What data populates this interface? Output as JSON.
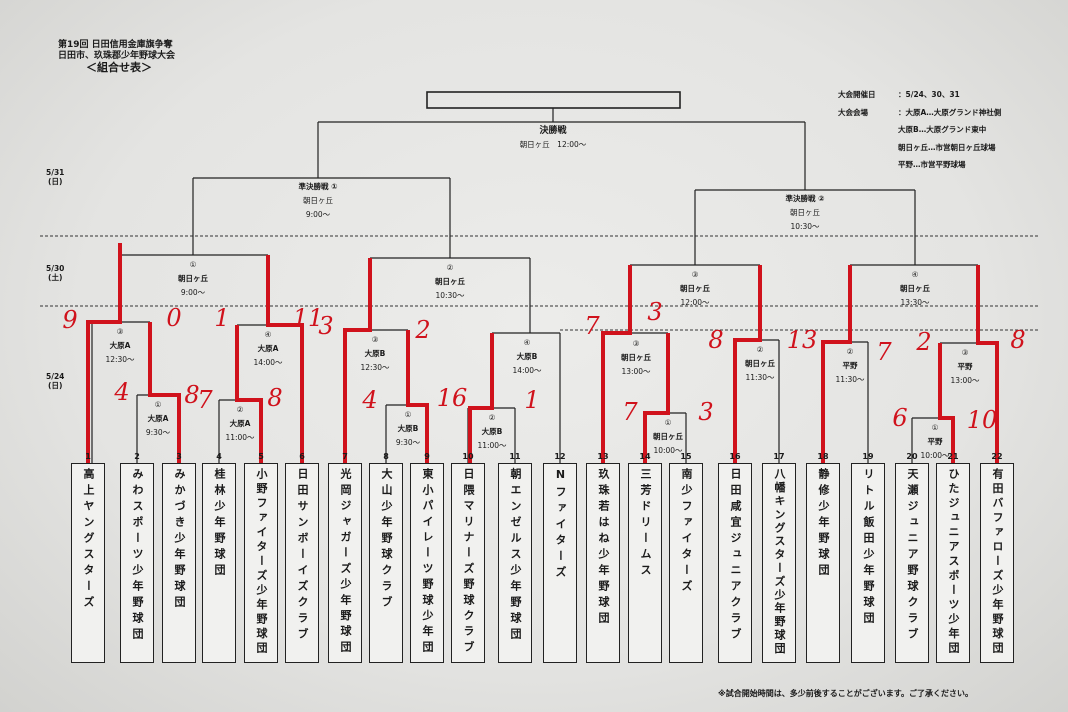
{
  "header": {
    "title_line1": "第19回 日田信用金庫旗争奪",
    "title_line2": "日田市、玖珠郡少年野球大会",
    "title_line3": "＜組合せ表＞"
  },
  "info": {
    "dates_label": "大会開催日",
    "dates_value": "：5/24、30、31",
    "venue_label": "大会会場",
    "venues": [
      "：大原A…大原グランド神社側",
      "大原B…大原グランド東中",
      "朝日ヶ丘…市営朝日ヶ丘球場",
      "平野…市営平野球場"
    ]
  },
  "dates": [
    {
      "date": "5/31",
      "day": "(日)"
    },
    {
      "date": "5/30",
      "day": "(土)"
    },
    {
      "date": "5/24",
      "day": "(日)"
    }
  ],
  "final": {
    "label": "決勝戦",
    "venue_time": "朝日ヶ丘　12:00〜"
  },
  "semifinals": [
    {
      "label": "準決勝戦 ①",
      "venue": "朝日ヶ丘",
      "time": "9:00〜"
    },
    {
      "label": "準決勝戦 ②",
      "venue": "朝日ヶ丘",
      "time": "10:30〜"
    }
  ],
  "round2": [
    {
      "no": "①",
      "venue": "朝日ヶ丘",
      "time": "9:00〜"
    },
    {
      "no": "②",
      "venue": "朝日ヶ丘",
      "time": "10:30〜"
    },
    {
      "no": "③",
      "venue": "朝日ヶ丘",
      "time": "12:00〜"
    },
    {
      "no": "④",
      "venue": "朝日ヶ丘",
      "time": "13:30〜"
    }
  ],
  "round1": [
    {
      "no": "③",
      "venue": "大原A",
      "time": "12:30〜"
    },
    {
      "no": "①",
      "venue": "大原A",
      "time": "9:30〜"
    },
    {
      "no": "④",
      "venue": "大原A",
      "time": "14:00〜"
    },
    {
      "no": "②",
      "venue": "大原A",
      "time": "11:00〜"
    },
    {
      "no": "③",
      "venue": "大原B",
      "time": "12:30〜"
    },
    {
      "no": "①",
      "venue": "大原B",
      "time": "9:30〜"
    },
    {
      "no": "②",
      "venue": "大原B",
      "time": "11:00〜"
    },
    {
      "no": "④",
      "venue": "大原B",
      "time": "14:00〜"
    },
    {
      "no": "③",
      "venue": "朝日ヶ丘",
      "time": "13:00〜"
    },
    {
      "no": "①",
      "venue": "朝日ヶ丘",
      "time": "10:00〜"
    },
    {
      "no": "②",
      "venue": "朝日ヶ丘",
      "time": "11:30〜"
    },
    {
      "no": "②",
      "venue": "平野",
      "time": "11:30〜"
    },
    {
      "no": "③",
      "venue": "平野",
      "time": "13:00〜"
    },
    {
      "no": "①",
      "venue": "平野",
      "time": "10:00〜"
    }
  ],
  "teams": [
    {
      "no": "1",
      "name": "高上ヤングスターズ"
    },
    {
      "no": "2",
      "name": "みわスポーツ少年野球団"
    },
    {
      "no": "3",
      "name": "みかづき少年野球団"
    },
    {
      "no": "4",
      "name": "桂林少年野球団"
    },
    {
      "no": "5",
      "name": "小野ファイターズ少年野球団"
    },
    {
      "no": "6",
      "name": "日田サンボーイズクラブ"
    },
    {
      "no": "7",
      "name": "光岡ジャガーズ少年野球団"
    },
    {
      "no": "8",
      "name": "大山少年野球クラブ"
    },
    {
      "no": "9",
      "name": "東小パイレーツ野球少年団"
    },
    {
      "no": "10",
      "name": "日隈マリナーズ野球クラブ"
    },
    {
      "no": "11",
      "name": "朝エンゼルス少年野球団"
    },
    {
      "no": "12",
      "name": "Nファイターズ"
    },
    {
      "no": "13",
      "name": "玖珠若はね少年野球団"
    },
    {
      "no": "14",
      "name": "三芳ドリームス"
    },
    {
      "no": "15",
      "name": "南少ファイターズ"
    },
    {
      "no": "16",
      "name": "日田咸宜ジュニアクラブ"
    },
    {
      "no": "17",
      "name": "八幡キングスターズ少年野球団"
    },
    {
      "no": "18",
      "name": "静修少年野球団"
    },
    {
      "no": "19",
      "name": "リトル飯田少年野球団"
    },
    {
      "no": "20",
      "name": "天瀬ジュニア野球クラブ"
    },
    {
      "no": "21",
      "name": "ひたジュニアスポーツ少年団"
    },
    {
      "no": "22",
      "name": "有田バファローズ少年野球団"
    }
  ],
  "handwritten_scores": [
    "9",
    "0",
    "4",
    "8",
    "1",
    "11",
    "7",
    "8",
    "3",
    "2",
    "4",
    "16",
    "1",
    "7",
    "3",
    "7",
    "3",
    "8",
    "13",
    "7",
    "2",
    "8",
    "6",
    "10"
  ],
  "footer": "※試合開始時間は、多少前後することがございます。ご了承ください。",
  "colors": {
    "ink": "#1a1a1a",
    "marker": "#d0121c"
  }
}
